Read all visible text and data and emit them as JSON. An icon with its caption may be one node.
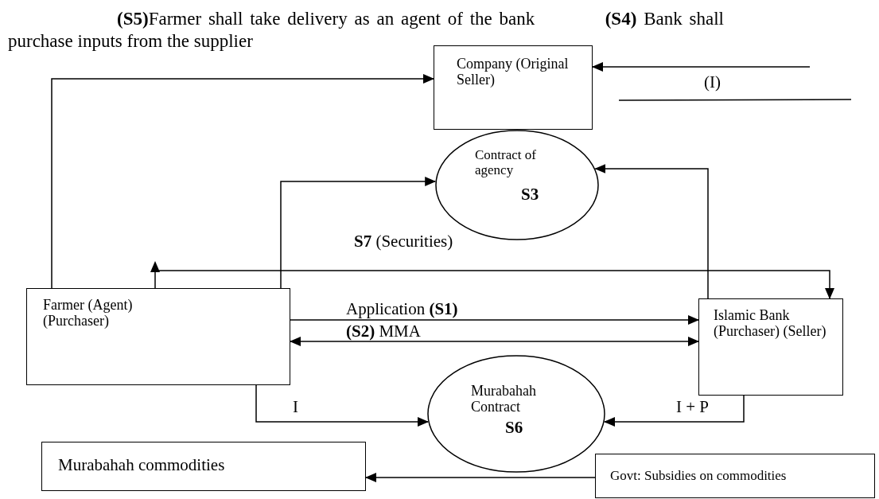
{
  "diagram": {
    "nodes": [
      {
        "text": [
          "Company (Original Seller)"
        ]
      },
      {
        "text": [
          "Contract of agency",
          "S3"
        ]
      },
      {
        "text": [
          "Farmer (Agent) (Purchaser)"
        ]
      },
      {
        "text": [
          "Islamic Bank (Purchaser) (Seller)"
        ]
      },
      {
        "text": [
          "Murabahah Contract",
          "S6"
        ]
      },
      {
        "text": [
          "Murabahah commodities"
        ]
      },
      {
        "text": [
          "Govt: Subsidies on commodities"
        ]
      }
    ],
    "edges": [
      {
        "from": 2,
        "to": 0,
        "arrow": "to"
      },
      {
        "from": null,
        "to": 0,
        "arrow": "to",
        "label": "(I)"
      },
      {
        "from": 2,
        "to": 1,
        "arrow": "to"
      },
      {
        "from": 3,
        "to": 1,
        "arrow": "to"
      },
      {
        "from": 2,
        "to": 3,
        "arrow": "to",
        "label": "**S7** (Securities)"
      },
      {
        "from": 2,
        "to": 3,
        "arrow": "to",
        "label": "Application **(S1)**"
      },
      {
        "from": 2,
        "to": 3,
        "arrow": "both",
        "label": "**(S2)** MMA"
      },
      {
        "from": 2,
        "to": 4,
        "arrow": "to",
        "label": "I"
      },
      {
        "from": 3,
        "to": 4,
        "arrow": "to",
        "label": "I + P"
      },
      {
        "from": 6,
        "to": 5,
        "arrow": "to"
      }
    ],
    "labels": [
      "**(S5)**Farmer shall take delivery as an agent of the bank",
      "**(S4)** Bank shall purchase inputs from the supplier"
    ]
  }
}
